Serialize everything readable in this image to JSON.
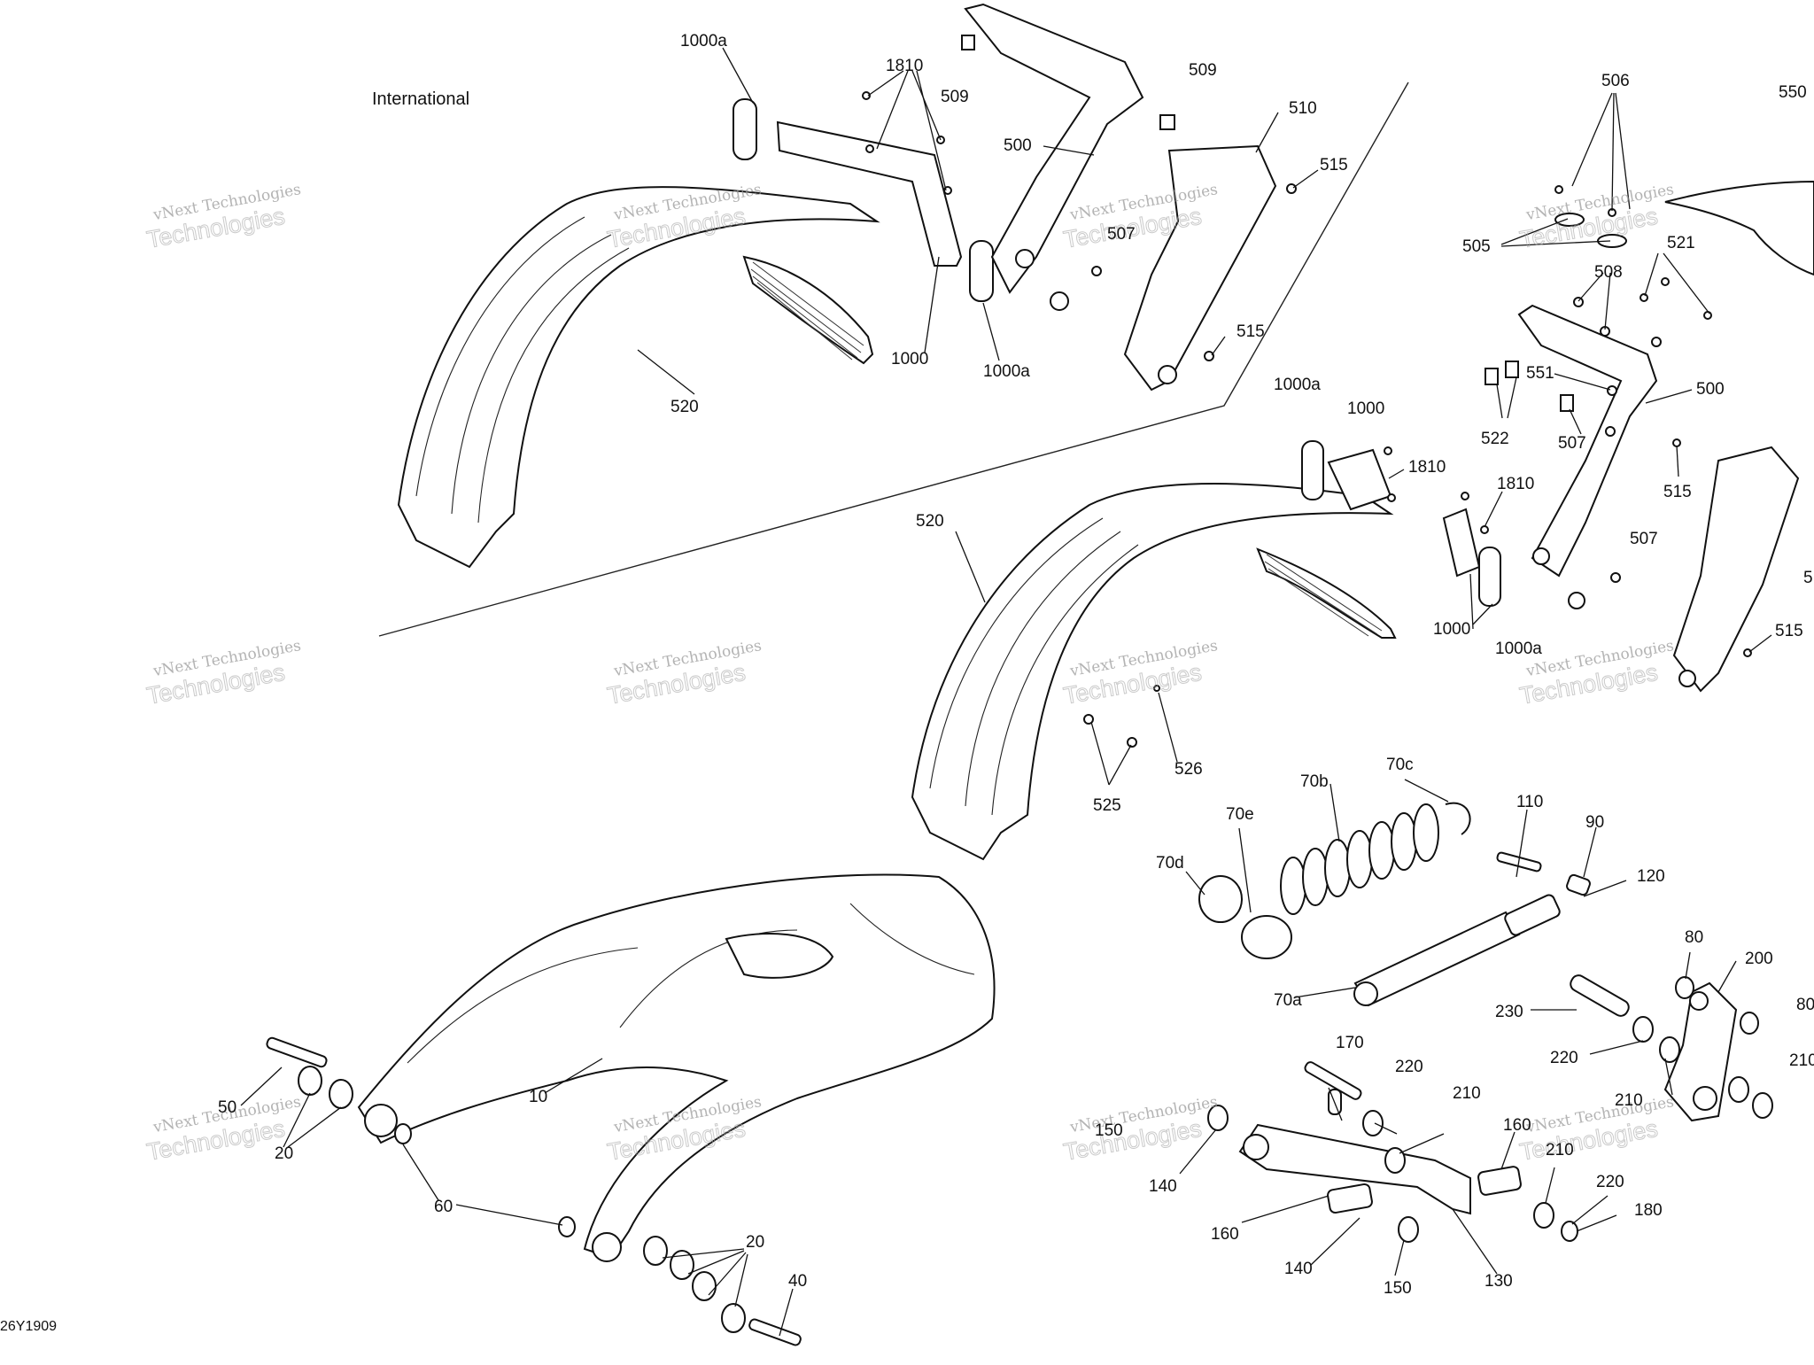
{
  "diagram": {
    "variant_label": "International",
    "drawing_number": "26Y1909",
    "watermark": {
      "line1": "vNext Technologies",
      "line2": "Technologies"
    },
    "callouts": [
      "1000a",
      "1810",
      "509",
      "509",
      "500",
      "510",
      "515",
      "507",
      "515",
      "1000",
      "1000a",
      "520",
      "506",
      "550",
      "505",
      "521",
      "508",
      "551",
      "500",
      "522",
      "507",
      "515",
      "1000a",
      "1000",
      "1810",
      "1810",
      "507",
      "5",
      "1000",
      "1000a",
      "515",
      "520",
      "526",
      "525",
      "70c",
      "70b",
      "70e",
      "110",
      "90",
      "120",
      "70d",
      "70a",
      "80",
      "200",
      "80",
      "230",
      "220",
      "210",
      "210",
      "10",
      "50",
      "20",
      "60",
      "20",
      "40",
      "170",
      "220",
      "210",
      "150",
      "140",
      "160",
      "160",
      "210",
      "220",
      "180",
      "140",
      "150",
      "130"
    ]
  }
}
